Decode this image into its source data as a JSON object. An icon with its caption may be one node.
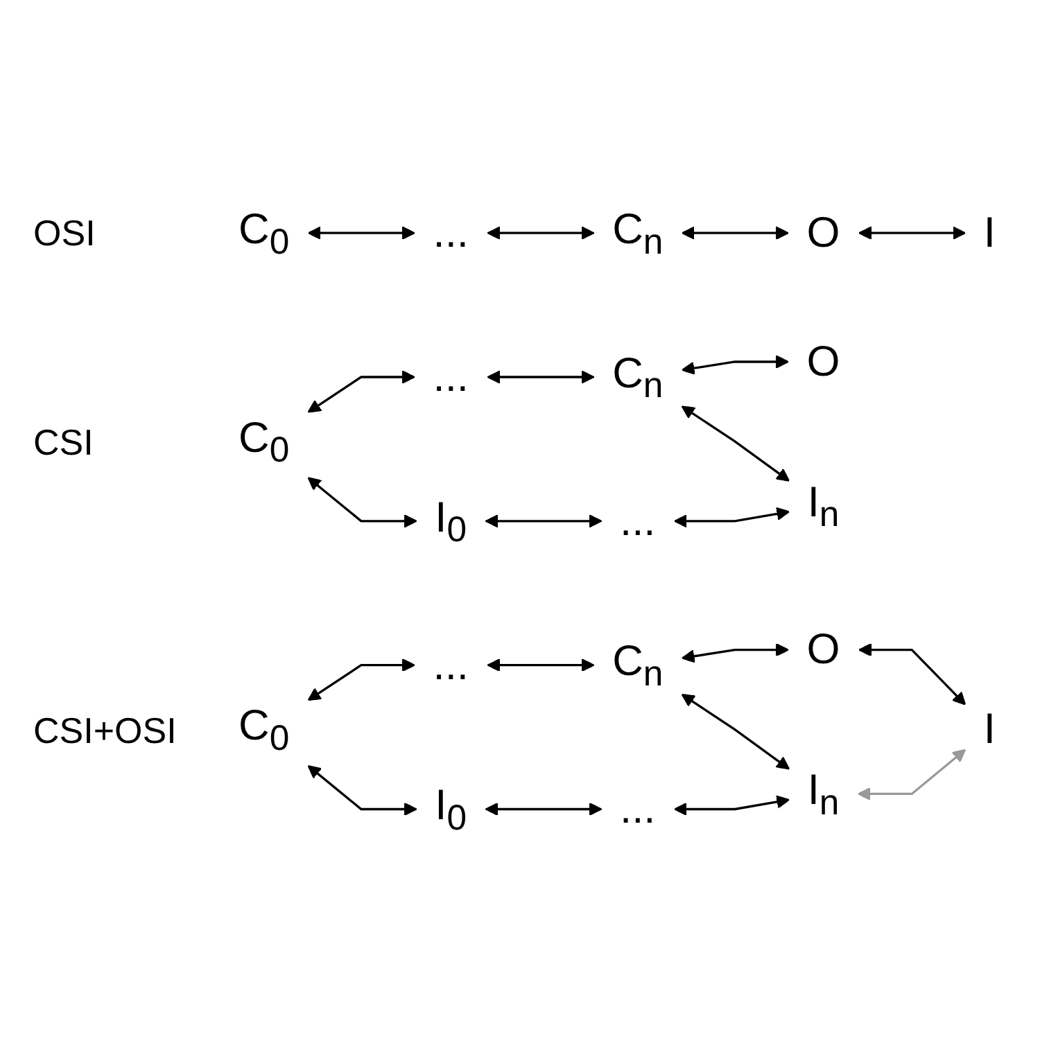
{
  "diagram": {
    "nodes": [
      {
        "text": [
          "C$_{0}$"
        ]
      },
      {
        "text": [
          "..."
        ]
      },
      {
        "text": [
          "C$_{n}$"
        ]
      },
      {
        "text": [
          "O"
        ]
      },
      {
        "text": [
          "I"
        ]
      },
      {
        "text": [
          "C$_{0}$"
        ]
      },
      {
        "text": [
          "..."
        ]
      },
      {
        "text": [
          "C$_{n}$"
        ]
      },
      {
        "text": [
          "O"
        ]
      },
      {
        "text": [
          "I$_{0}$"
        ]
      },
      {
        "text": [
          "..."
        ]
      },
      {
        "text": [
          "I$_{n}$"
        ]
      },
      {
        "text": [
          "C$_{0}$"
        ]
      },
      {
        "text": [
          "..."
        ]
      },
      {
        "text": [
          "C$_{n}$"
        ]
      },
      {
        "text": [
          "O"
        ]
      },
      {
        "text": [
          "I$_{0}$"
        ]
      },
      {
        "text": [
          "..."
        ]
      },
      {
        "text": [
          "I$_{n}$"
        ]
      },
      {
        "text": [
          "I"
        ]
      }
    ],
    "edges": [
      {
        "from": 0,
        "to": 1,
        "arrow": "both"
      },
      {
        "from": 1,
        "to": 2,
        "arrow": "both"
      },
      {
        "from": 2,
        "to": 3,
        "arrow": "both"
      },
      {
        "from": 3,
        "to": 4,
        "arrow": "both"
      },
      {
        "from": 5,
        "to": 6,
        "arrow": "both"
      },
      {
        "from": 6,
        "to": 7,
        "arrow": "both"
      },
      {
        "from": 7,
        "to": 8,
        "arrow": "both"
      },
      {
        "from": 5,
        "to": 9,
        "arrow": "both"
      },
      {
        "from": 7,
        "to": 11,
        "arrow": "both"
      },
      {
        "from": 9,
        "to": 10,
        "arrow": "both"
      },
      {
        "from": 10,
        "to": 11,
        "arrow": "both"
      },
      {
        "from": 12,
        "to": 13,
        "arrow": "both"
      },
      {
        "from": 13,
        "to": 14,
        "arrow": "both"
      },
      {
        "from": 14,
        "to": 15,
        "arrow": "both"
      },
      {
        "from": 12,
        "to": 16,
        "arrow": "both"
      },
      {
        "from": 14,
        "to": 18,
        "arrow": "both"
      },
      {
        "from": 15,
        "to": 19,
        "arrow": "both"
      },
      {
        "from": 16,
        "to": 17,
        "arrow": "both"
      },
      {
        "from": 17,
        "to": 18,
        "arrow": "both"
      },
      {
        "from": 18,
        "to": 19,
        "arrow": "both",
        "color": "#999999"
      }
    ],
    "labels": [
      "OSI",
      "CSI",
      "CSI+OSI"
    ]
  }
}
